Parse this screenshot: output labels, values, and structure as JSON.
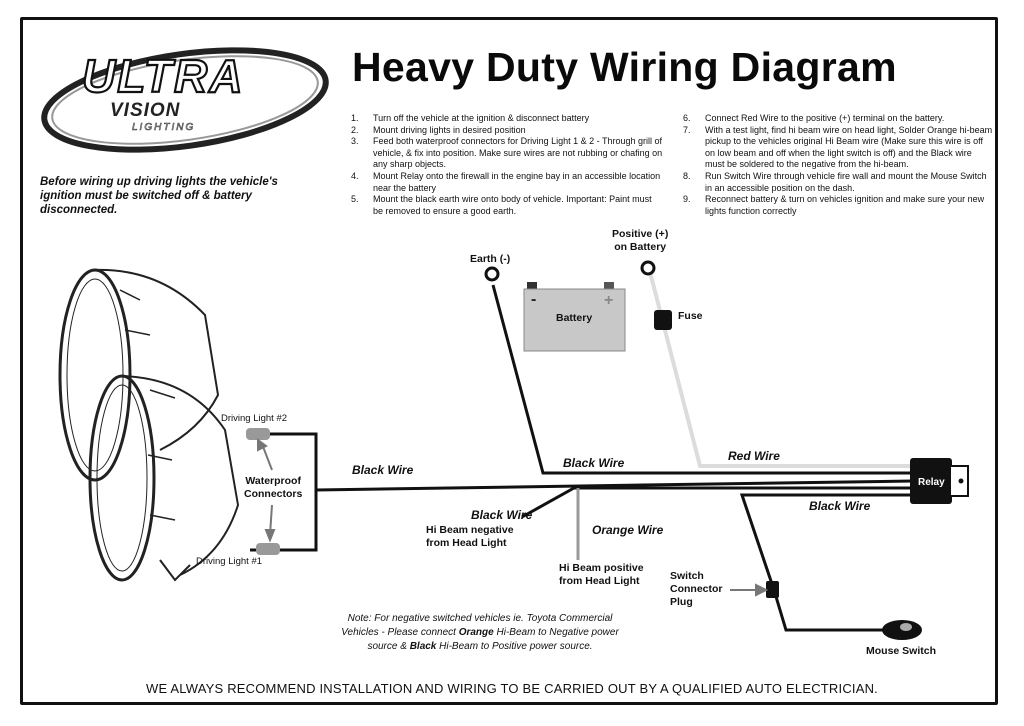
{
  "logo": {
    "line1": "ULTRA",
    "line2": "VISION",
    "line3": "LIGHTING"
  },
  "title": "Heavy Duty Wiring Diagram",
  "warning": "Before wiring up driving lights the vehicle's ignition must be switched off & battery disconnected.",
  "steps_left": [
    {
      "num": "1.",
      "text": "Turn off the vehicle at the ignition & disconnect battery"
    },
    {
      "num": "2.",
      "text": "Mount driving lights in desired position"
    },
    {
      "num": "3.",
      "text": "Feed both waterproof connectors for Driving Light 1 & 2 - Through grill of vehicle, & fix into position. Make sure wires are not rubbing or chafing on any sharp objects."
    },
    {
      "num": "4.",
      "text": "Mount Relay onto the firewall in the engine bay in an accessible location near the battery"
    },
    {
      "num": "5.",
      "text": "Mount the black earth wire onto body of vehicle. Important: Paint must be removed to ensure a good earth."
    }
  ],
  "steps_right": [
    {
      "num": "6.",
      "text": "Connect Red Wire to the positive (+) terminal on the battery."
    },
    {
      "num": "7.",
      "text": "With a test light, find hi beam wire on head light, Solder Orange hi-beam pickup to the vehicles original Hi Beam wire (Make sure this wire is off on low beam and off when the light switch is off) and the Black wire must be soldered to the negative from the hi-beam."
    },
    {
      "num": "8.",
      "text": "Run Switch Wire through vehicle fire wall and mount the Mouse Switch in an accessible position on the dash."
    },
    {
      "num": "9.",
      "text": "Reconnect battery & turn on vehicles ignition and make sure your new lights function correctly"
    }
  ],
  "labels": {
    "earth": "Earth (-)",
    "positive_line1": "Positive (+)",
    "positive_line2": "on Battery",
    "battery": "Battery",
    "battery_minus": "-",
    "battery_plus": "+",
    "fuse": "Fuse",
    "relay": "Relay",
    "driving_light_2": "Driving Light #2",
    "driving_light_1": "Driving Light #1",
    "waterproof_line1": "Waterproof",
    "waterproof_line2": "Connectors",
    "hi_beam_negative_line1": "Hi Beam negative",
    "hi_beam_negative_line2": "from Head Light",
    "hi_beam_positive_line1": "Hi Beam positive",
    "hi_beam_positive_line2": "from Head Light",
    "switch_connector_line1": "Switch",
    "switch_connector_line2": "Connector",
    "switch_connector_line3": "Plug",
    "mouse_switch": "Mouse Switch"
  },
  "wires": {
    "black_wire_left": "Black Wire",
    "black_wire_top": "Black Wire",
    "red_wire": "Red Wire",
    "black_wire_mid": "Black Wire",
    "orange_wire": "Orange Wire",
    "black_wire_right": "Black Wire"
  },
  "note": {
    "part1": "Note: For negative switched vehicles ie. Toyota Commercial Vehicles - Please connect ",
    "orange": "Orange",
    "part2": " Hi-Beam to Negative power source & ",
    "black": "Black",
    "part3": " Hi-Beam to Positive power source."
  },
  "footer": "WE ALWAYS RECOMMEND INSTALLATION AND WIRING TO BE CARRIED OUT BY A QUALIFIED AUTO ELECTRICIAN.",
  "colors": {
    "wire_black": "#111111",
    "wire_red": "#dcdcdc",
    "wire_orange": "#9a9a9a",
    "battery": "#c8c8c8"
  }
}
